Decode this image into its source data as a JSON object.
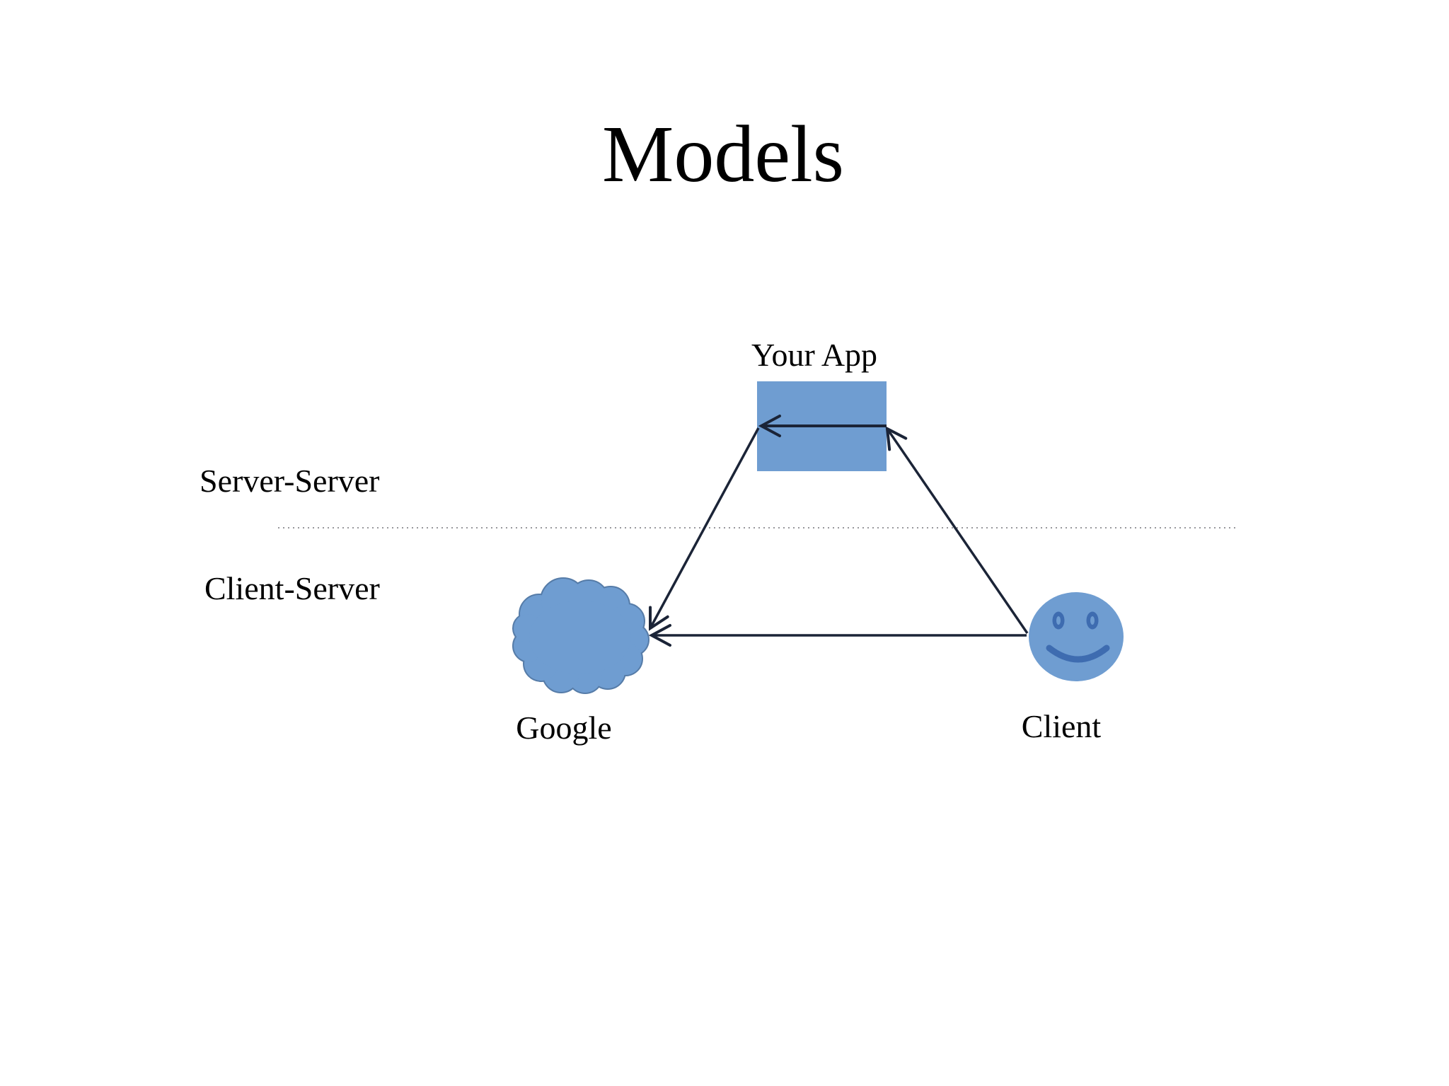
{
  "slide": {
    "title": "Models"
  },
  "labels": {
    "your_app": "Your App",
    "server_server": "Server-Server",
    "client_server": "Client-Server",
    "google": "Google",
    "client": "Client"
  },
  "colors": {
    "background": "#ffffff",
    "text": "#000000",
    "shape_fill": "#6f9dd1",
    "shape_outline": "#567ca8",
    "smiley_feature": "#3e6cb0",
    "arrow": "#1b2437",
    "divider": "#98989c"
  },
  "diagram": {
    "nodes": [
      {
        "id": "your-app",
        "label": "Your App",
        "shape": "rectangle"
      },
      {
        "id": "google",
        "label": "Google",
        "shape": "cloud"
      },
      {
        "id": "client",
        "label": "Client",
        "shape": "smiley-face"
      }
    ],
    "edges": [
      {
        "from": "client",
        "to": "your-app",
        "style": "arrow"
      },
      {
        "from": "client",
        "to": "google",
        "style": "arrow"
      },
      {
        "from": "your-app",
        "to": "google",
        "style": "arrow"
      },
      {
        "from": "your-app-right-edge",
        "to": "your-app-left-edge",
        "style": "arrow"
      }
    ],
    "regions": [
      {
        "label": "Server-Server",
        "side": "above-divider"
      },
      {
        "label": "Client-Server",
        "side": "below-divider"
      }
    ]
  }
}
